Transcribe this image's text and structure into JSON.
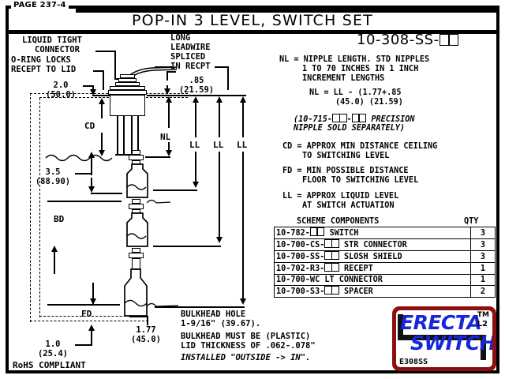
{
  "header": {
    "page_tag": "PAGE 237-4",
    "title": "POP-IN 3  LEVEL, SWITCH SET",
    "part_number_prefix": "10-308-SS-"
  },
  "callouts": {
    "liquid_tight_1": "LIQUID TIGHT",
    "liquid_tight_2": "CONNECTOR",
    "oring_1": "O-RING LOCKS",
    "oring_2": "RECEPT TO LID",
    "leadwire_1": "LONG",
    "leadwire_2": "LEADWIRE",
    "leadwire_3": "SPLICED",
    "leadwire_4": "IN RECPT"
  },
  "dimensions": {
    "d20_in": "2.0",
    "d20_mm": "(50.0)",
    "d85_in": ".85",
    "d85_mm": "(21.59)",
    "d35_in": "3.5",
    "d35_mm": "(88.90)",
    "d10_in": "1.0",
    "d10_mm": "(25.4)",
    "d177_in": "1.77",
    "d177_mm": "(45.0)",
    "cd": "CD",
    "bd": "BD",
    "fd": "FD",
    "nl": "NL",
    "ll_1": "LL",
    "ll_2": "LL",
    "ll_3": "LL"
  },
  "spec": {
    "nl_line1": "NL = NIPPLE LENGTH. STD NIPPLES",
    "nl_line2": "1 TO 70 INCHES IN 1 INCH",
    "nl_line3": "INCREMENT LENGTHS",
    "nl_eq1": "NL = LL - (1.77+.85",
    "nl_eq2": "(45.0) (21.59)",
    "nipple_note_pre": "(10-715-",
    "nipple_note_mid": "-",
    "nipple_note_post": " PRECISION",
    "nipple_note_line2": "NIPPLE SOLD SEPARATELY)",
    "cd_line1": "CD = APPROX MIN DISTANCE CEILING",
    "cd_line2": "TO SWITCHING LEVEL",
    "fd_line1": "FD = MIN POSSIBLE DISTANCE",
    "fd_line2": "FLOOR TO SWITCHING LEVEL",
    "ll_line1": "LL = APPROX LIQUID LEVEL",
    "ll_line2": "AT SWITCH ACTUATION"
  },
  "table": {
    "title": "SCHEME COMPONENTS",
    "qty_header": "QTY",
    "rows": [
      {
        "pre": "10-782-",
        "post": " SWITCH",
        "qty": "3",
        "boxes": 2
      },
      {
        "pre": "10-700-CS-",
        "post": " STR CONNECTOR",
        "qty": "3",
        "boxes": 2
      },
      {
        "pre": "10-700-SS-",
        "post": " SLOSH SHIELD",
        "qty": "3",
        "boxes": 2
      },
      {
        "pre": "10-702-R3-",
        "post": "  RECEPT",
        "qty": "1",
        "boxes": 2
      },
      {
        "pre": "10-700-WC LT CONNECTOR",
        "post": "",
        "qty": "1",
        "boxes": 0
      },
      {
        "pre": "10-700-S3-",
        "post": " SPACER",
        "qty": "2",
        "boxes": 2
      }
    ]
  },
  "notes": {
    "bulkhead_1": "BULKHEAD HOLE",
    "bulkhead_2": "1-9/16\" (39.67).",
    "bulkhead_3": "BULKHEAD MUST BE (PLASTIC)",
    "bulkhead_4": "LID THICKNESS OF .062-.078\"",
    "bulkhead_5": "INSTALLED \"OUTSIDE -> IN\".",
    "rohs": "RoHS COMPLIANT"
  },
  "logo": {
    "line1": "ERECTA",
    "line2": "SWITCH",
    "tm": "TM",
    "l2": "L2",
    "code": "E308SS",
    "brand_color": "#1726d8",
    "border_color": "#8d1010"
  }
}
